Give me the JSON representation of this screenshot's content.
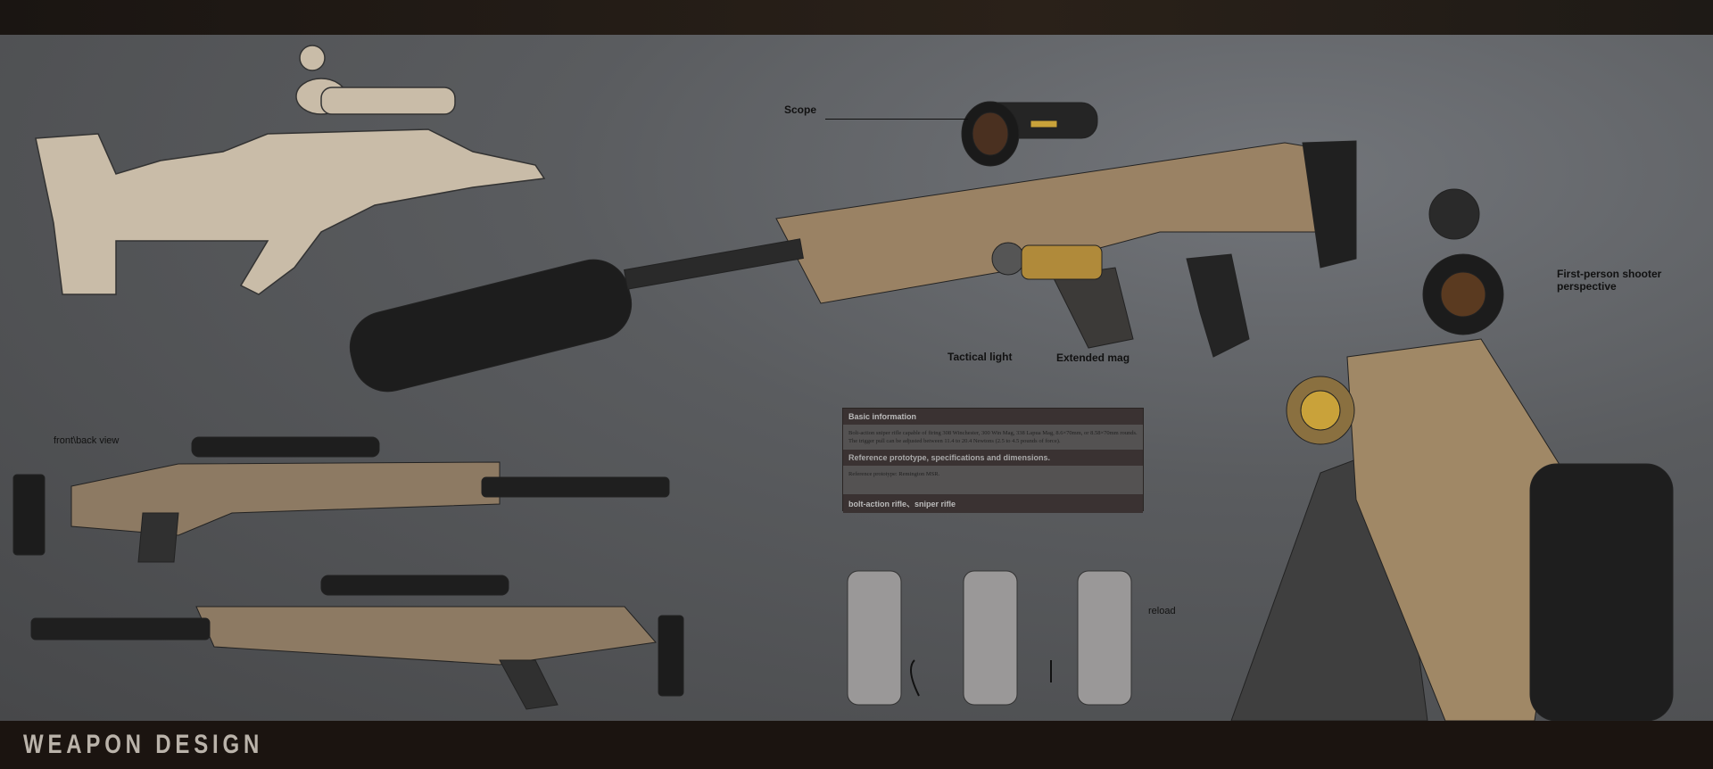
{
  "title": "WEAPON DESIGN",
  "callouts": {
    "scope": "Scope",
    "tactical_light": "Tactical light",
    "extended_mag": "Extended mag",
    "fps": "First-person shooter perspective",
    "front_back": "front\\back view",
    "reload": "reload"
  },
  "info": {
    "basic_heading": "Basic information",
    "basic_text": "Bolt-action sniper rifle capable of firing 308 Winchester, 300 Win Mag, 338 Lapua Mag, 8.6×70mm, or 8.58×70mm rounds. The trigger pull can be adjusted between 11.4 to 20.4 Newtons (2.5 to 4.5 pounds of force).",
    "ref_heading": "Reference prototype, specifications and dimensions.",
    "ref_text": "Reference prototype: Remington MSR.",
    "tags": "bolt-action rifle、sniper rifle"
  },
  "colors": {
    "tan": "#a08866",
    "dark": "#1b1410",
    "accent": "#c9a23a"
  }
}
